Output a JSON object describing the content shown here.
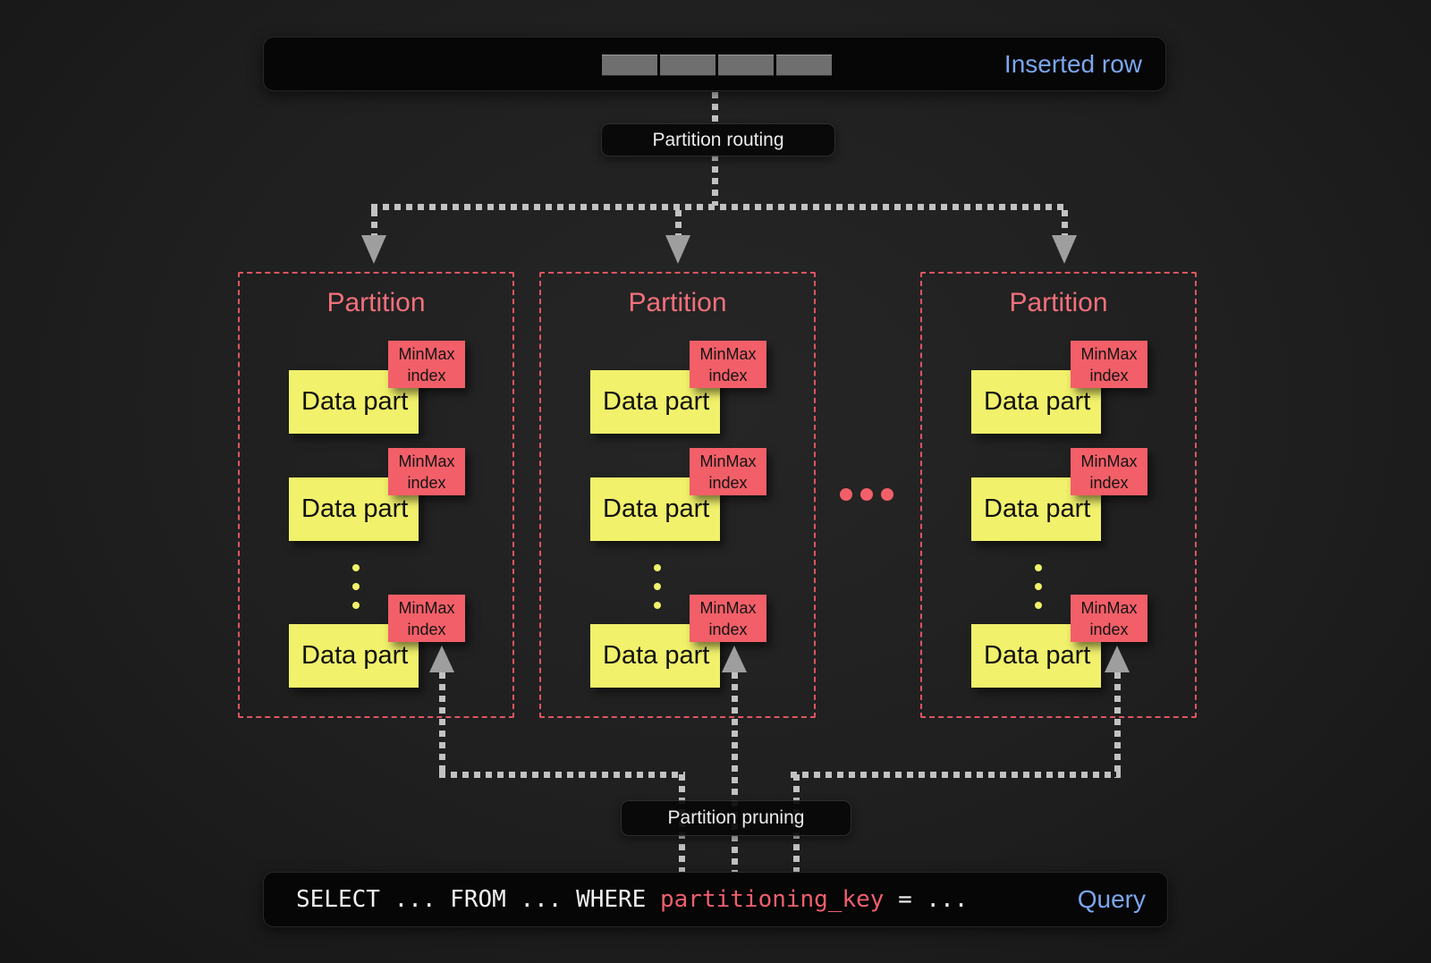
{
  "colors": {
    "panel-bg": "#060606",
    "accent-blue": "#7ba6ee",
    "accent-red": "#ee5f6d",
    "partition-red": "#f2707b",
    "red-border": "#dd5660",
    "yellow": "#f1f16b",
    "tag-red": "#f25f68",
    "line-gray": "#c2c2c2",
    "arrow-gray": "#9e9e9e",
    "cell-gray": "#6f6f6f",
    "text-light": "#ececec"
  },
  "inserted_row": {
    "label": "Inserted row",
    "cell_count": 4
  },
  "routing_label": "Partition routing",
  "pruning_label": "Partition pruning",
  "partitions": [
    {
      "title": "Partition",
      "data_parts": [
        {
          "label": "Data part",
          "tag": "MinMax index"
        },
        {
          "label": "Data part",
          "tag": "MinMax index"
        },
        {
          "label": "Data part",
          "tag": "MinMax index"
        }
      ]
    },
    {
      "title": "Partition",
      "data_parts": [
        {
          "label": "Data part",
          "tag": "MinMax index"
        },
        {
          "label": "Data part",
          "tag": "MinMax index"
        },
        {
          "label": "Data part",
          "tag": "MinMax index"
        }
      ]
    },
    {
      "title": "Partition",
      "data_parts": [
        {
          "label": "Data part",
          "tag": "MinMax index"
        },
        {
          "label": "Data part",
          "tag": "MinMax index"
        },
        {
          "label": "Data part",
          "tag": "MinMax index"
        }
      ]
    }
  ],
  "query": {
    "text_before_key": "SELECT ... FROM ... WHERE ",
    "key": "partitioning_key",
    "text_after_key": " = ...",
    "label": "Query"
  }
}
